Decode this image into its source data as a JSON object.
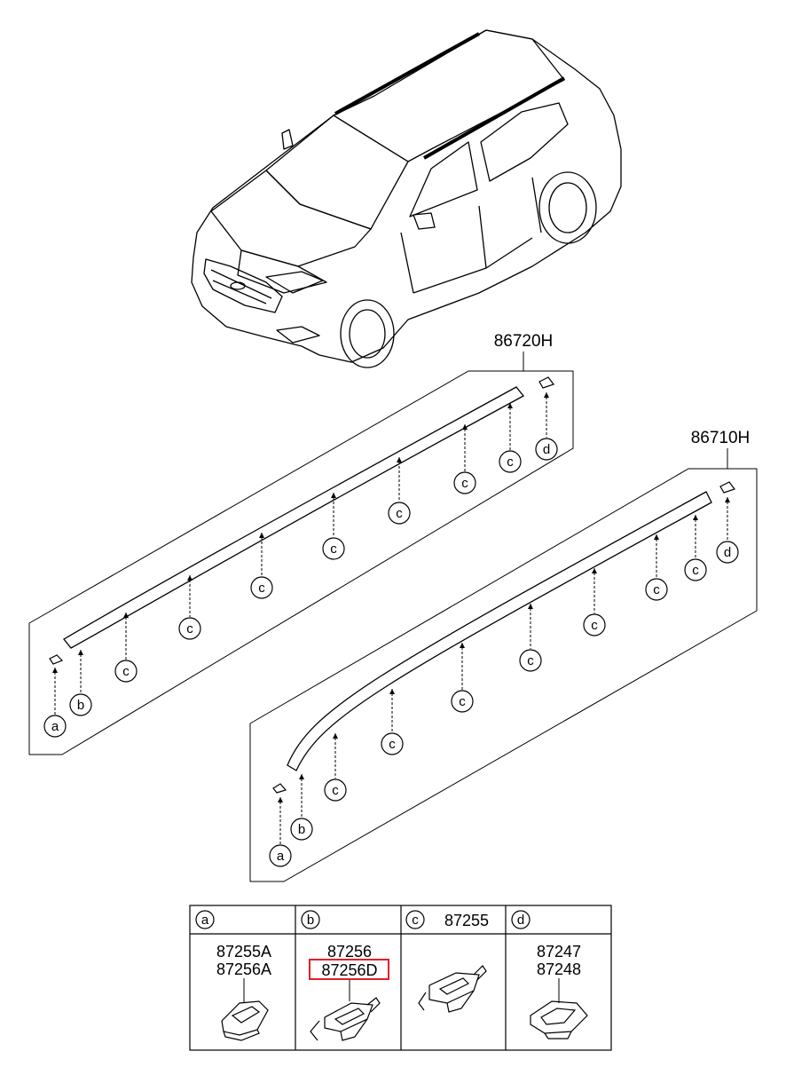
{
  "assemblies": {
    "upper": {
      "part_no": "86720H"
    },
    "lower": {
      "part_no": "86710H"
    }
  },
  "callouts": {
    "a": "a",
    "b": "b",
    "c": "c",
    "d": "d"
  },
  "legend": [
    {
      "letter": "a",
      "header_part": "",
      "parts": [
        "87255A",
        "87256A"
      ]
    },
    {
      "letter": "b",
      "header_part": "",
      "parts": [
        "87256",
        "87256D"
      ],
      "highlighted": "87256D"
    },
    {
      "letter": "c",
      "header_part": "87255",
      "parts": []
    },
    {
      "letter": "d",
      "header_part": "",
      "parts": [
        "87247",
        "87248"
      ]
    }
  ],
  "colors": {
    "line": "#000000",
    "highlight": "#e0202a"
  }
}
